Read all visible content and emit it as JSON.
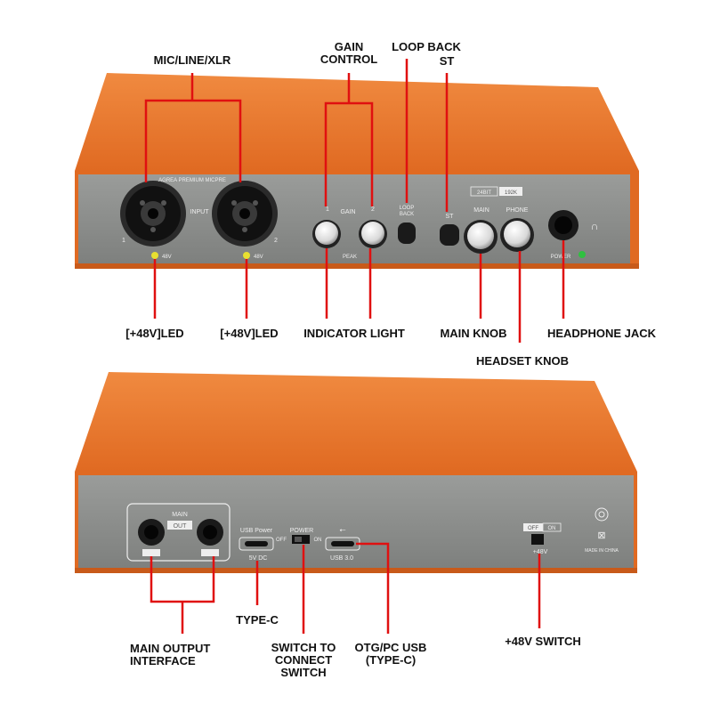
{
  "front": {
    "callouts": {
      "mic_line_xlr": "MIC/LINE/XLR",
      "gain_control": [
        "GAIN",
        "CONTROL"
      ],
      "loop_back": "LOOP BACK",
      "st": "ST",
      "led_48v_left": "[+48V]LED",
      "led_48v_right": "[+48V]LED",
      "indicator_light": "INDICATOR LIGHT",
      "main_knob": "MAIN KNOB",
      "headphone_jack": "HEADPHONE JACK",
      "headset_knob": "HEADSET KNOB"
    },
    "panel": {
      "preamp_title": "AGREA PREMIUM MICPRE",
      "input": "INPUT",
      "ch1": "1",
      "ch2": "2",
      "led48v_1": "48V",
      "led48v_2": "48V",
      "gain": "GAIN",
      "gain_1": "1",
      "gain_2": "2",
      "peak": "PEAK",
      "loop": "LOOP",
      "back": "BACK",
      "st": "ST",
      "bit_depth": "24BIT",
      "sample_rate": "192K",
      "main": "MAIN",
      "phone": "PHONE",
      "power": "POWER"
    }
  },
  "rear": {
    "callouts": {
      "main_output": [
        "MAIN OUTPUT",
        "INTERFACE"
      ],
      "type_c": "TYPE-C",
      "switch_to_connect": [
        "SWITCH TO",
        "CONNECT",
        "SWITCH"
      ],
      "otg_pc_usb": [
        "OTG/PC USB",
        "(TYPE-C)"
      ],
      "switch_48v": "+48V SWITCH"
    },
    "panel": {
      "main": "MAIN",
      "out": "OUT",
      "usb_power": "USB Power",
      "dc_5v": "5V DC",
      "power": "POWER",
      "off": "OFF",
      "on": "ON",
      "usb30": "USB 3.0",
      "sw_off": "OFF",
      "sw_on": "ON",
      "plus48v": "+48V",
      "made_in": "MADE IN CHINA"
    }
  },
  "colors": {
    "shell": "#e8722a",
    "shell_dark": "#c85a1a",
    "panel": "#8a8c8a",
    "led_yellow": "#e8e030",
    "led_green": "#30c040"
  }
}
